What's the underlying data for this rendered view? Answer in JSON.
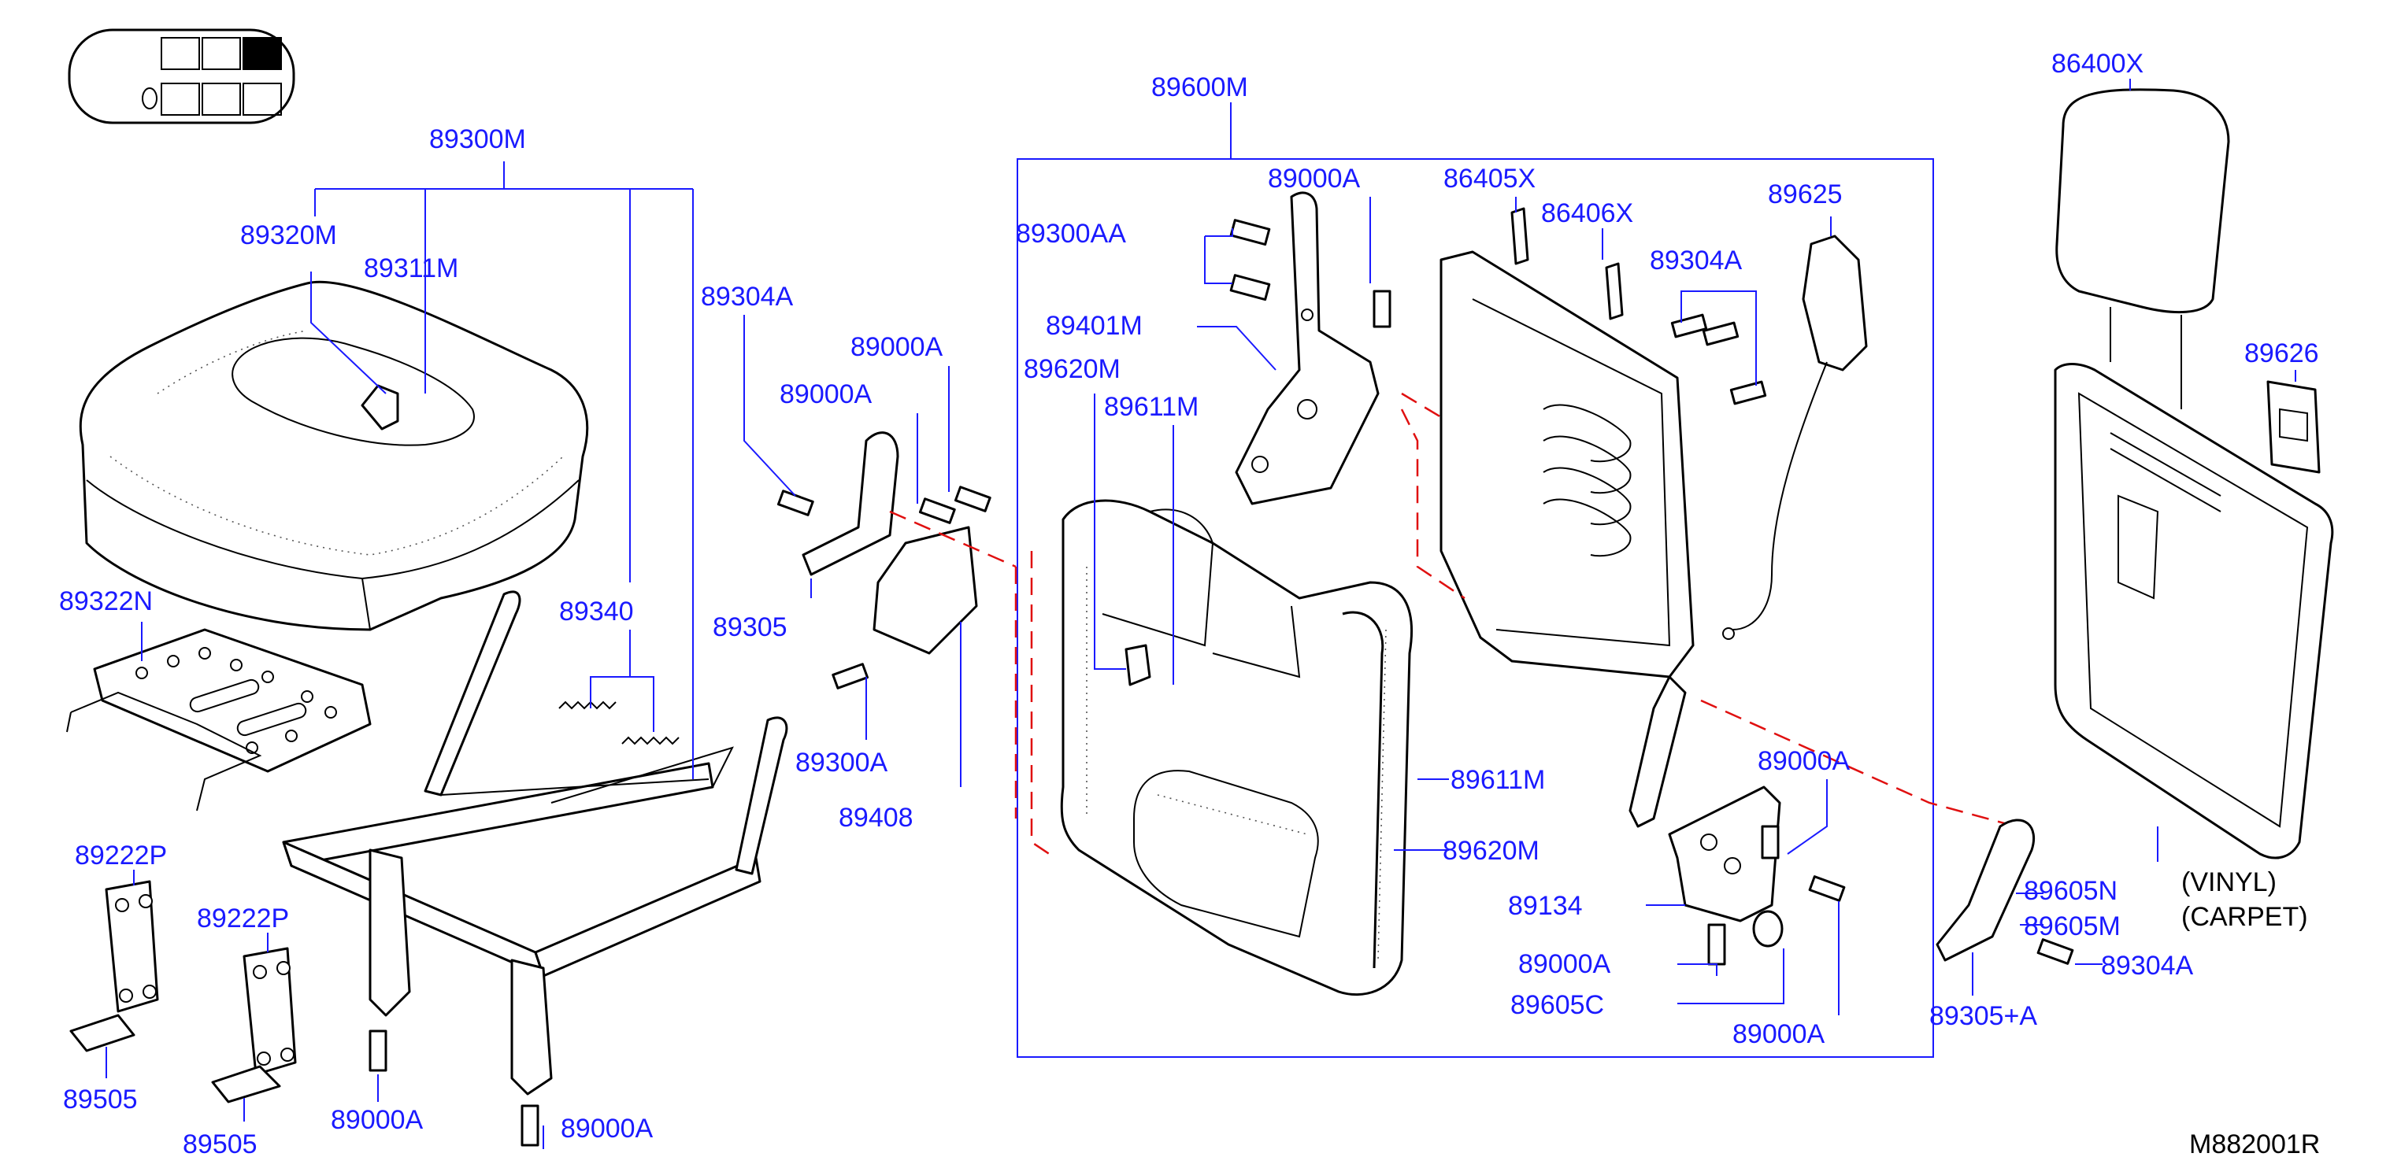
{
  "labels": {
    "p89300M": "89300M",
    "p89320M": "89320M",
    "p89311M": "89311M",
    "p89304A_left": "89304A",
    "p89000A_a": "89000A",
    "p89000A_b": "89000A",
    "p89322N": "89322N",
    "p89340": "89340",
    "p89305": "89305",
    "p89300A": "89300A",
    "p89408": "89408",
    "p89222P_a": "89222P",
    "p89222P_b": "89222P",
    "p89505_a": "89505",
    "p89505_b": "89505",
    "p89000A_c": "89000A",
    "p89000A_d": "89000A",
    "p89600M": "89600M",
    "p89000A_top": "89000A",
    "p89300AA": "89300AA",
    "p89401M": "89401M",
    "p89620M_top": "89620M",
    "p89611M_top": "89611M",
    "p86405X": "86405X",
    "p86406X": "86406X",
    "p89304A_mid": "89304A",
    "p89625": "89625",
    "p89611M_right": "89611M",
    "p89620M_right": "89620M",
    "p89000A_e": "89000A",
    "p89134": "89134",
    "p89000A_f": "89000A",
    "p89605C": "89605C",
    "p89000A_g": "89000A",
    "p86400X": "86400X",
    "p89626": "89626",
    "p89605N": "89605N",
    "p89605M": "89605M",
    "p89304A_right": "89304A",
    "p89305A": "89305+A",
    "vinyl": "(VINYL)",
    "carpet": "(CARPET)",
    "code": "M882001R"
  },
  "colors": {
    "label_blue": "#1a1aff",
    "assembly_dash": "#e01010",
    "line_art": "#000000"
  }
}
